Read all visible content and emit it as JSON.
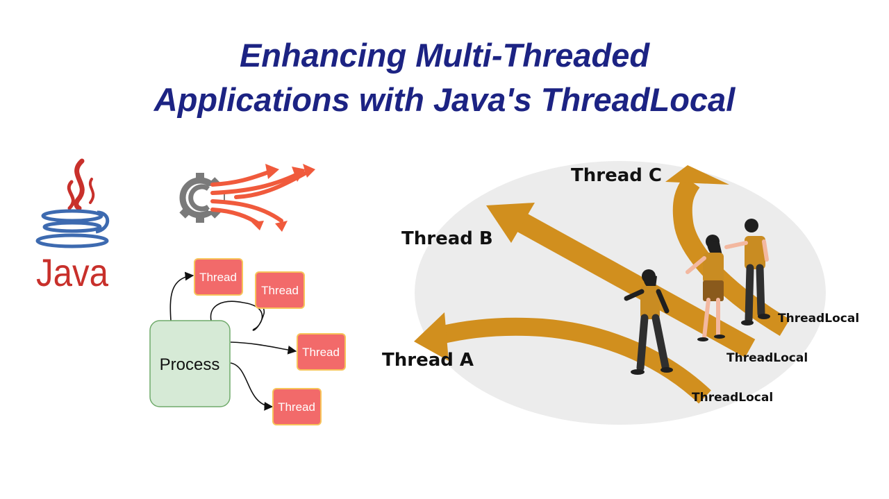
{
  "title": {
    "line1": "Enhancing Multi-Threaded",
    "line2": "Applications with Java's ThreadLocal"
  },
  "logo": {
    "word": "Java",
    "icon": "java-coffee-cup-icon"
  },
  "colors": {
    "title": "#1c2383",
    "arrow": "#d18f1e",
    "thread_box": "#f26a6a",
    "process_box": "#d6ead6",
    "gear": "#7a7a7a",
    "split_arrows": "#f05a3c",
    "java_red": "#c8302b",
    "java_blue": "#3d6ab0"
  },
  "process_diagram": {
    "process_label": "Process",
    "thread_labels": [
      "Thread",
      "Thread",
      "Thread",
      "Thread"
    ]
  },
  "illustration": {
    "thread_labels": {
      "a": "Thread A",
      "b": "Thread B",
      "c": "Thread C"
    },
    "threadlocal_labels": [
      "ThreadLocal",
      "ThreadLocal",
      "ThreadLocal"
    ]
  }
}
